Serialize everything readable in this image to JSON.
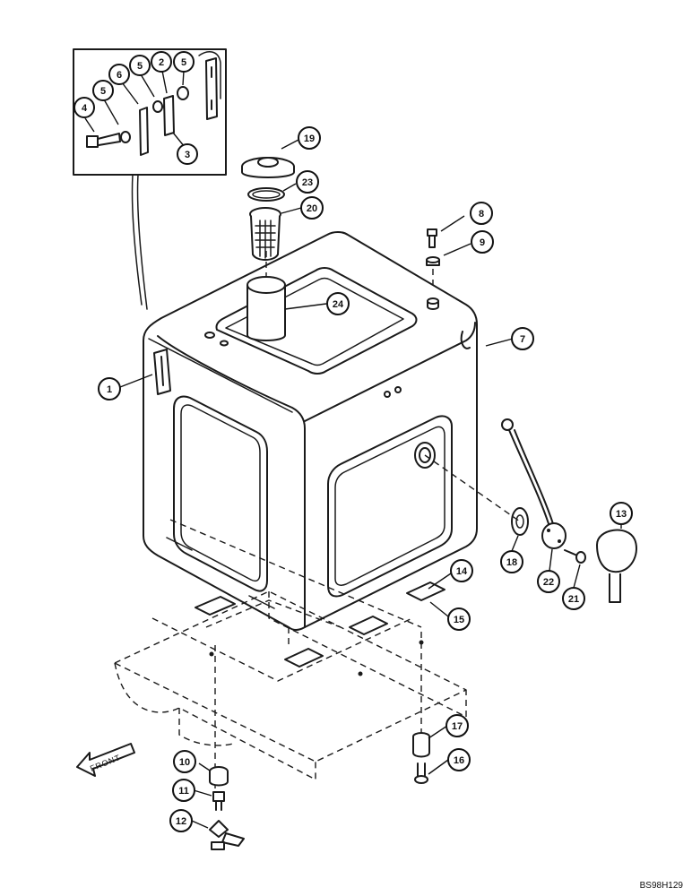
{
  "callouts": [
    {
      "id": "c1",
      "label": "1"
    },
    {
      "id": "c2",
      "label": "2"
    },
    {
      "id": "c3",
      "label": "3"
    },
    {
      "id": "c4",
      "label": "4"
    },
    {
      "id": "c5a",
      "label": "5"
    },
    {
      "id": "c5b",
      "label": "5"
    },
    {
      "id": "c5c",
      "label": "5"
    },
    {
      "id": "c6",
      "label": "6"
    },
    {
      "id": "c7",
      "label": "7"
    },
    {
      "id": "c8",
      "label": "8"
    },
    {
      "id": "c9",
      "label": "9"
    },
    {
      "id": "c10",
      "label": "10"
    },
    {
      "id": "c11",
      "label": "11"
    },
    {
      "id": "c12",
      "label": "12"
    },
    {
      "id": "c13",
      "label": "13"
    },
    {
      "id": "c14",
      "label": "14"
    },
    {
      "id": "c15",
      "label": "15"
    },
    {
      "id": "c16",
      "label": "16"
    },
    {
      "id": "c17",
      "label": "17"
    },
    {
      "id": "c18",
      "label": "18"
    },
    {
      "id": "c19",
      "label": "19"
    },
    {
      "id": "c20",
      "label": "20"
    },
    {
      "id": "c21",
      "label": "21"
    },
    {
      "id": "c22",
      "label": "22"
    },
    {
      "id": "c23",
      "label": "23"
    },
    {
      "id": "c24",
      "label": "24"
    }
  ],
  "front_label": "FRONT",
  "drawing_code": "BS98H129"
}
